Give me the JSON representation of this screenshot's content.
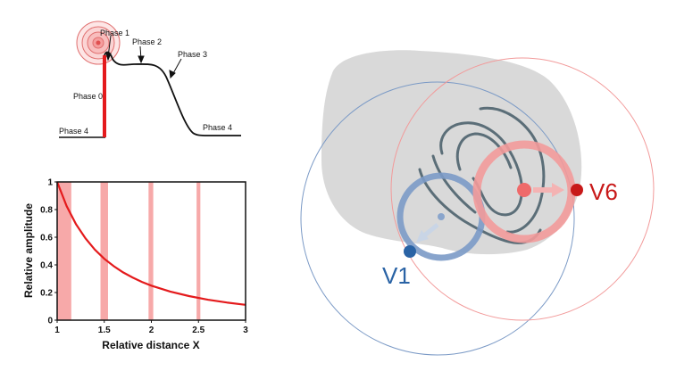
{
  "action_potential": {
    "phase_labels": [
      "Phase 1",
      "Phase 2",
      "Phase 3",
      "Phase 0",
      "Phase 4",
      "Phase 4"
    ]
  },
  "chart_data": {
    "type": "line",
    "xlabel": "Relative distance X",
    "ylabel": "Relative amplitude",
    "xlim": [
      1,
      3
    ],
    "ylim": [
      0,
      1
    ],
    "x_ticks": [
      "1",
      "1.5",
      "2",
      "2.5",
      "3"
    ],
    "y_ticks": [
      "0",
      "0.2",
      "0.4",
      "0.6",
      "0.8",
      "1"
    ],
    "series": [
      {
        "x": [
          1.0,
          1.1,
          1.2,
          1.3,
          1.4,
          1.5,
          1.6,
          1.7,
          1.8,
          1.9,
          2.0,
          2.2,
          2.4,
          2.6,
          2.8,
          3.0
        ],
        "values": [
          1.0,
          0.826,
          0.694,
          0.592,
          0.51,
          0.444,
          0.391,
          0.346,
          0.309,
          0.277,
          0.25,
          0.207,
          0.174,
          0.148,
          0.128,
          0.111
        ],
        "color": "#e41a1c"
      }
    ],
    "bands": [
      {
        "from": 1.0,
        "to": 1.15
      },
      {
        "from": 1.46,
        "to": 1.54
      },
      {
        "from": 1.97,
        "to": 2.02
      },
      {
        "from": 2.48,
        "to": 2.52
      }
    ],
    "band_color": "#f7a9a9"
  },
  "leads": {
    "v1": {
      "label": "V1",
      "color": "#2a63a5"
    },
    "v6": {
      "label": "V6",
      "color": "#c81919"
    }
  },
  "colors": {
    "heart_blob": "#d9d9d9",
    "heart_outline": "#5b6e78",
    "v1_ring": "#7b9ac6",
    "v6_ring": "#f29a9a"
  }
}
